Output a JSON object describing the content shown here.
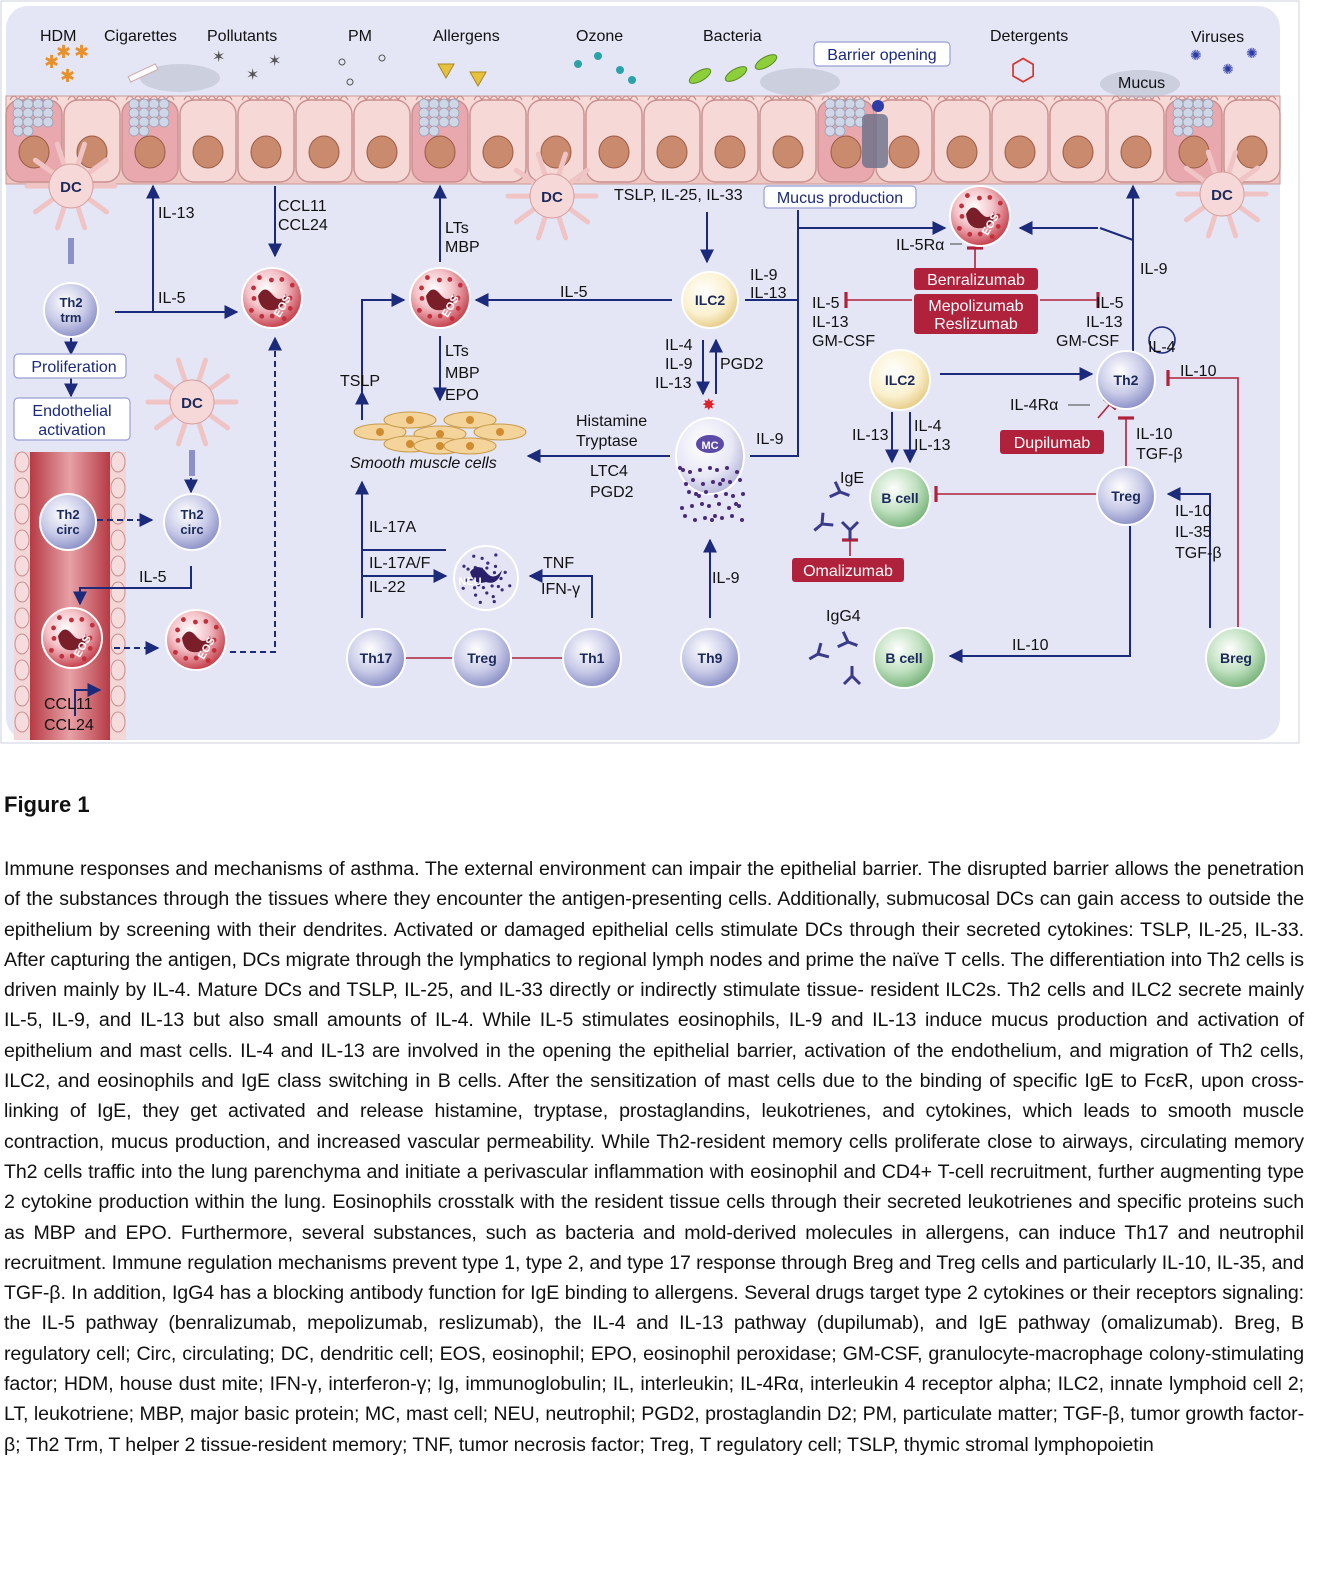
{
  "figure": {
    "environment": [
      "HDM",
      "Cigarettes",
      "Pollutants",
      "PM",
      "Allergens",
      "Ozone",
      "Bacteria",
      "Detergents",
      "Viruses"
    ],
    "epithelium": {
      "barrier_opening": "Barrier opening",
      "mucus": "Mucus",
      "mucus_production": "Mucus production",
      "epithelial_cytokines": "TSLP, IL-25, IL-33"
    },
    "cells": {
      "dc": "DC",
      "th2_trm": [
        "Th2",
        "trm"
      ],
      "th2_circ": [
        "Th2",
        "circ"
      ],
      "eos": "EOS",
      "ilc2": "ILC2",
      "mc": "MC",
      "neu": "NEU",
      "th17": "Th17",
      "treg": "Treg",
      "th1": "Th1",
      "th9": "Th9",
      "th2": "Th2",
      "b_cell": "B cell",
      "breg": "Breg",
      "smooth_muscle": "Smooth muscle cells"
    },
    "boxes": {
      "proliferation": "Proliferation",
      "endothelial_activation": [
        "Endothelial",
        "activation"
      ]
    },
    "drugs": {
      "benralizumab": "Benralizumab",
      "mepolizumab": "Mepolizumab",
      "reslizumab": "Reslizumab",
      "dupilumab": "Dupilumab",
      "omalizumab": "Omalizumab"
    },
    "labels": {
      "il13": "IL-13",
      "il5": "IL-5",
      "ccl11": "CCL11",
      "ccl24": "CCL24",
      "lts": "LTs",
      "mbp": "MBP",
      "epo": "EPO",
      "tslp": "TSLP",
      "il9": "IL-9",
      "il4": "IL-4",
      "pgd2": "PGD2",
      "histamine": "Histamine",
      "tryptase": "Tryptase",
      "ltc4": "LTC4",
      "il5ra": "IL-5Rα",
      "gmcsf": "GM-CSF",
      "il4ra": "IL-4Rα",
      "il10": "IL-10",
      "tgfb": "TGF-β",
      "il35": "IL-35",
      "ige": "IgE",
      "igg4": "IgG4",
      "il17a": "IL-17A",
      "il17af": "IL-17A/F",
      "il22": "IL-22",
      "tnf": "TNF",
      "ifng": "IFN-γ"
    }
  },
  "heading": "Figure 1",
  "caption": "Immune responses and mechanisms of asthma. The external environment can impair the epithelial barrier. The disrupted barrier allows the penetration of the substances through the tissues where they encounter the antigen-presenting cells. Additionally, submucosal DCs can gain access to outside the epithelium by screening with their dendrites. Activated or damaged epithelial cells stimulate DCs through their secreted cytokines: TSLP, IL-25, IL-33. After capturing the antigen, DCs migrate through the lymphatics to regional lymph nodes and prime the naïve T cells. The differentiation into Th2 cells is driven mainly by IL-4. Mature DCs and TSLP, IL-25, and IL-33 directly or indirectly stimulate tissue- resident ILC2s. Th2 cells and ILC2 secrete mainly IL-5, IL-9, and IL-13 but also small amounts of IL-4. While IL-5 stimulates eosinophils, IL-9 and IL-13 induce mucus production and activation of epithelium and mast cells. IL-4 and IL-13 are involved in the opening the epithelial barrier, activation of the endothelium, and migration of Th2 cells, ILC2, and eosinophils and IgE class switching in B cells. After the sensitization of mast cells due to the binding of specific IgE to FcεR, upon cross-linking of IgE, they get activated and release histamine, tryptase, prostaglandins, leukotrienes, and cytokines, which leads to smooth muscle contraction, mucus production, and increased vascular permeability. While Th2-resident memory cells proliferate close to airways, circulating memory Th2 cells traffic into the lung parenchyma and initiate a perivascular inflammation with eosinophil and CD4+ T-cell recruitment, further augmenting type 2 cytokine production within the lung. Eosinophils crosstalk with the resident tissue cells through their secreted leukotrienes and specific proteins such as MBP and EPO. Furthermore, several substances, such as bacteria and mold-derived molecules in allergens, can induce Th17 and neutrophil recruitment. Immune regulation mechanisms prevent type 1, type 2, and type 17 response through Breg and Treg cells and particularly IL-10, IL-35, and TGF-β. In addition, IgG4 has a blocking antibody function for IgE binding to allergens. Several drugs target type 2 cytokines or their receptors signaling: the IL-5 pathway (benralizumab, mepolizumab, reslizumab), the IL-4 and IL-13 pathway (dupilumab), and IgE pathway (omalizumab). Breg, B regulatory cell; Circ, circulating; DC, dendritic cell; EOS, eosinophil; EPO, eosinophil peroxidase; GM-CSF, granulocyte-macrophage colony-stimulating factor; HDM, house dust mite; IFN-γ, interferon-γ; Ig, immunoglobulin; IL, interleukin; IL-4Rα, interleukin 4 receptor alpha; ILC2, innate lymphoid cell 2; LT, leukotriene; MBP, major basic protein; MC, mast cell; NEU, neutrophil; PGD2, prostaglandin D2; PM, particulate matter; TGF-β, tumor growth factor-β; Th2 Trm, T helper 2 tissue-resident memory; TNF, tumor necrosis factor; Treg, T regulatory cell; TSLP, thymic stromal lymphopoietin"
}
